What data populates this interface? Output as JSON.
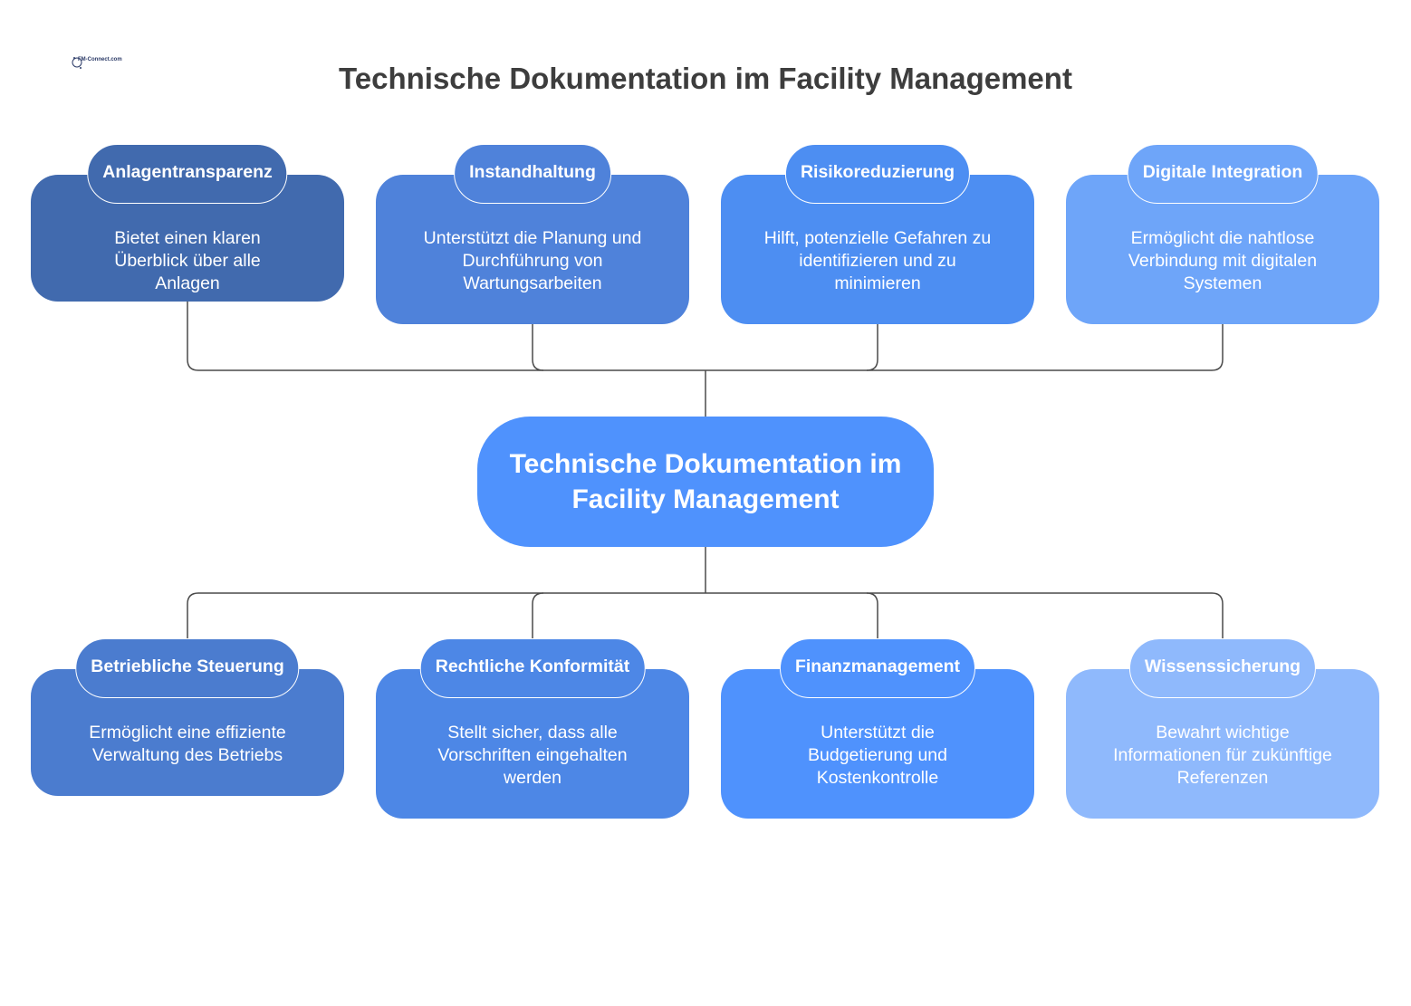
{
  "logo": {
    "text": "FM-Connect.com",
    "icon": "fm-connect-logo"
  },
  "title": "Technische Dokumentation im Facility Management",
  "center": {
    "text": "Technische Dokumentation im Facility Management"
  },
  "top_cards": [
    {
      "label": "Anlagentransparenz",
      "description": "Bietet einen klaren Überblick über alle Anlagen",
      "color": "#416aae"
    },
    {
      "label": "Instandhaltung",
      "description": "Unterstützt die Planung und Durchführung von Wartungsarbeiten",
      "color": "#4f82da"
    },
    {
      "label": "Risikoreduzierung",
      "description": "Hilft, potenzielle Gefahren zu identifizieren und zu minimieren",
      "color": "#4d8ef2"
    },
    {
      "label": "Digitale Integration",
      "description": "Ermöglicht die nahtlose Verbindung mit digitalen Systemen",
      "color": "#6ea5f9"
    }
  ],
  "bottom_cards": [
    {
      "label": "Betriebliche Steuerung",
      "description": "Ermöglicht eine effiziente Verwaltung des Betriebs",
      "color": "#4b7ccf"
    },
    {
      "label": "Rechtliche Konformität",
      "description": "Stellt sicher, dass alle Vorschriften eingehalten werden",
      "color": "#4d87e6"
    },
    {
      "label": "Finanzmanagement",
      "description": "Unterstützt die Budgetierung und Kostenkontrolle",
      "color": "#4f92fd"
    },
    {
      "label": "Wissenssicherung",
      "description": "Bewahrt wichtige Informationen für zukünftige Referenzen",
      "color": "#8fb9fc"
    }
  ]
}
